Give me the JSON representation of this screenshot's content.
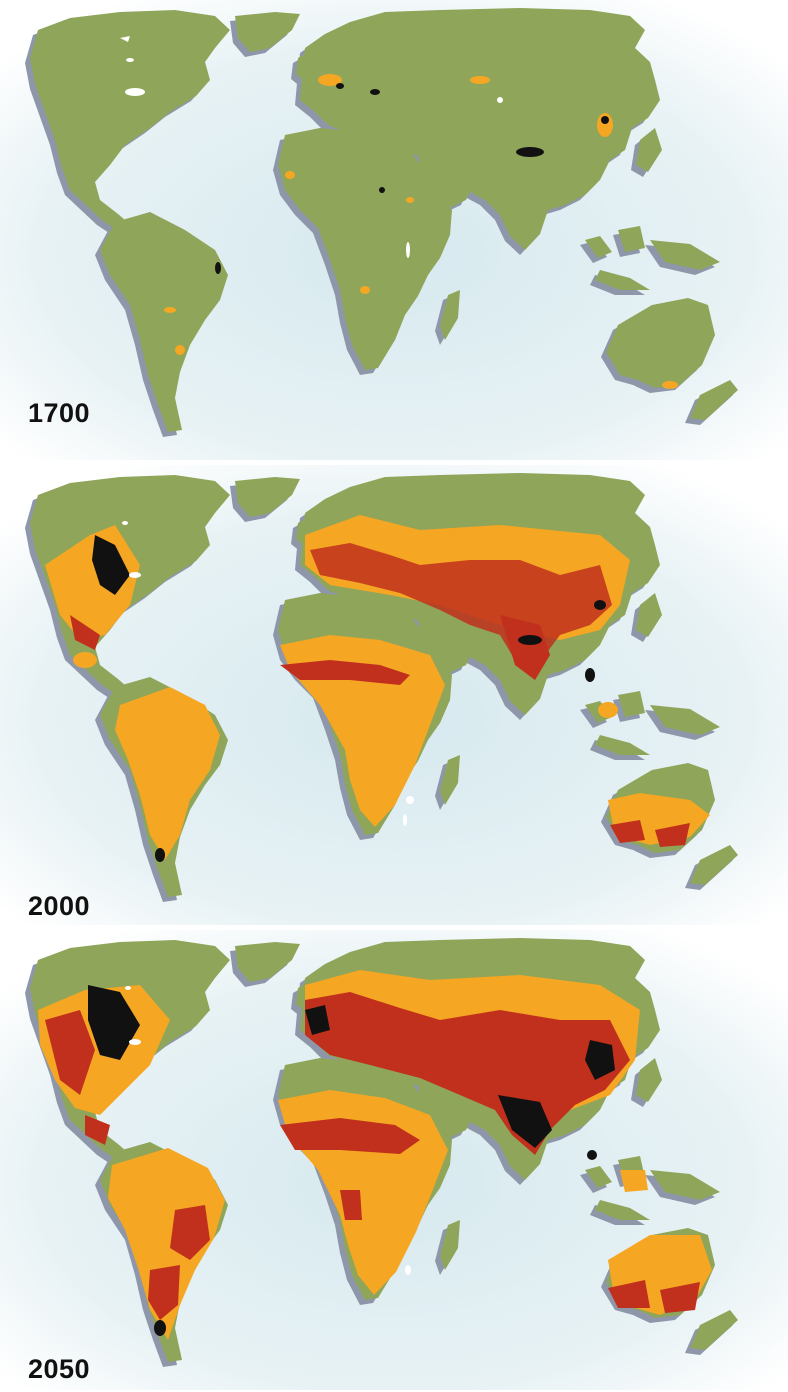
{
  "colors": {
    "ocean_center": "#dcebf0",
    "ocean_edge": "#ffffff",
    "land": "#8fa559",
    "land_shadow": "#8e97aa",
    "low_impact": "#f5a623",
    "mid_impact": "#c0301d",
    "high_impact": "#111111",
    "unclassified": "#ffffff"
  },
  "maps": [
    {
      "year": "1700",
      "orange": 0.03,
      "red": 0.0,
      "black": 0.01
    },
    {
      "year": "2000",
      "orange": 0.45,
      "red": 0.14,
      "black": 0.03
    },
    {
      "year": "2050",
      "orange": 0.55,
      "red": 0.3,
      "black": 0.07
    }
  ]
}
